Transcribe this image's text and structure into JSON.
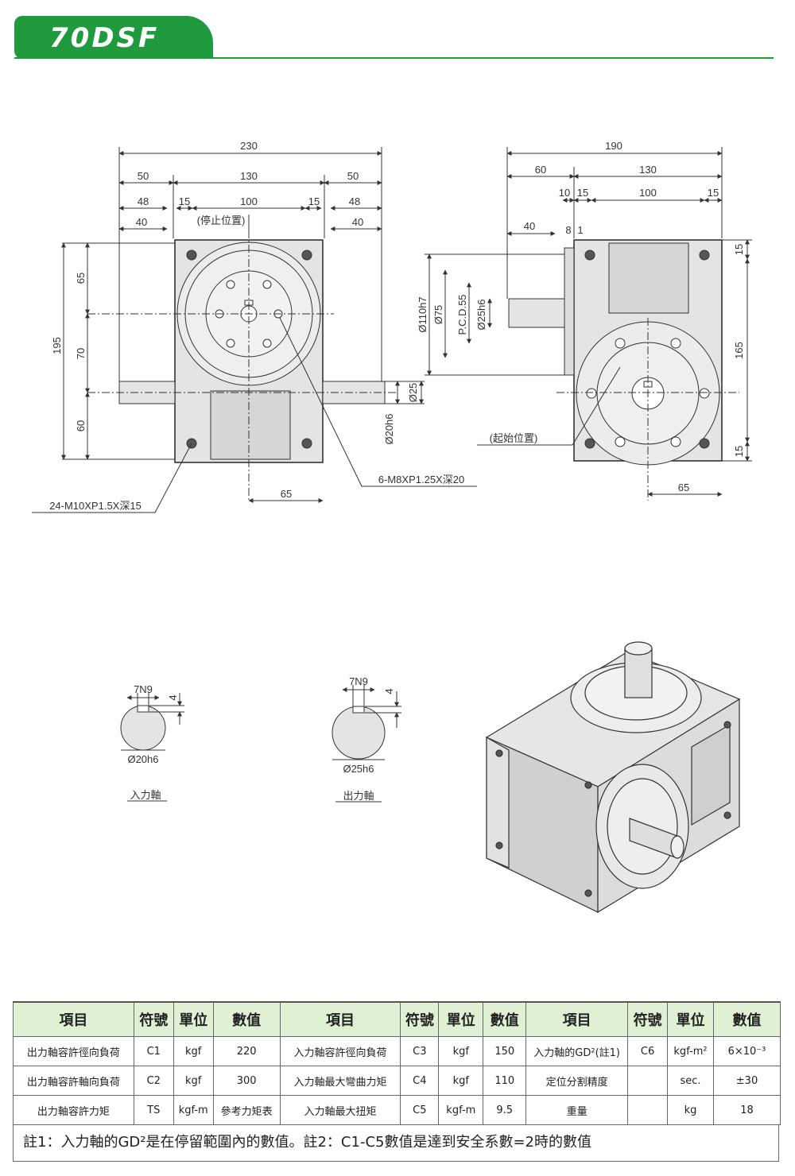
{
  "header": {
    "model": "70DSF"
  },
  "drawing": {
    "front": {
      "dims": [
        "230",
        "50",
        "130",
        "50",
        "48",
        "15",
        "100",
        "15",
        "48",
        "40",
        "40",
        "65",
        "70",
        "60",
        "195",
        "Ø25",
        "Ø20h6",
        "65"
      ],
      "stop_label": "(停止位置)",
      "callout_holes": "24-M10XP1.5X深15",
      "callout_taps": "6-M8XP1.25X深20"
    },
    "side": {
      "dims": [
        "190",
        "60",
        "130",
        "10",
        "15",
        "100",
        "15",
        "40",
        "8",
        "1",
        "Ø110h7",
        "Ø75",
        "P.C.D.55",
        "Ø25h6",
        "15",
        "165",
        "15",
        "65"
      ],
      "start_label": "(起始位置)"
    },
    "keys": {
      "input": {
        "key": "7N9",
        "depth": "4",
        "dia": "Ø20h6",
        "label": "入力軸"
      },
      "output": {
        "key": "7N9",
        "depth": "4",
        "dia": "Ø25h6",
        "label": "出力軸"
      }
    }
  },
  "table": {
    "headers": [
      "項目",
      "符號",
      "單位",
      "數值",
      "項目",
      "符號",
      "單位",
      "數值",
      "項目",
      "符號",
      "單位",
      "數值"
    ],
    "rows": [
      [
        "出力軸容許徑向負荷",
        "C1",
        "kgf",
        "220",
        "入力軸容許徑向負荷",
        "C3",
        "kgf",
        "150",
        "入力軸的GD²(註1)",
        "C6",
        "kgf-m²",
        "6×10⁻³"
      ],
      [
        "出力軸容許軸向負荷",
        "C2",
        "kgf",
        "300",
        "入力軸最大彎曲力矩",
        "C4",
        "kgf",
        "110",
        "定位分割精度",
        "",
        "sec.",
        "±30"
      ],
      [
        "出力軸容許力矩",
        "TS",
        "kgf-m",
        "參考力矩表",
        "入力軸最大扭矩",
        "C5",
        "kgf-m",
        "9.5",
        "重量",
        "",
        "kg",
        "18"
      ]
    ],
    "note": "註1：入力軸的GD²是在停留範圍內的數值。註2：C1-C5數值是達到安全系數=2時的數值"
  }
}
